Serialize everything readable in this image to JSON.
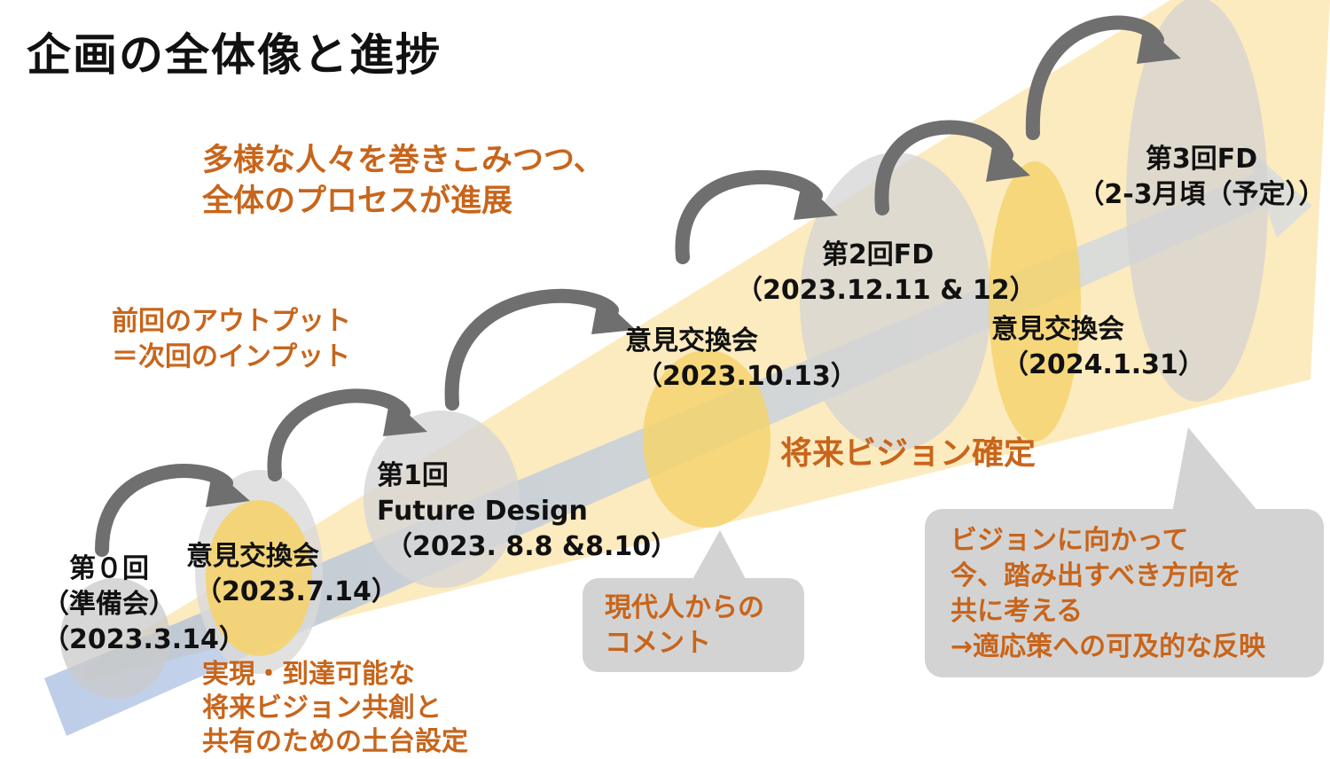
{
  "title": "企画の全体像と進捗",
  "headline": [
    "多様な人々を巻きこみつつ、",
    "全体のプロセスが進展"
  ],
  "io_note": [
    "前回のアウトプット",
    "＝次回のインプット"
  ],
  "stages": [
    {
      "lines": [
        "第０回",
        "（準備会）",
        "（2023.3.14）"
      ]
    },
    {
      "lines": [
        "意見交換会",
        "（2023.7.14）"
      ]
    },
    {
      "lines": [
        "第1回",
        "Future Design",
        "（2023. 8.8 &8.10）"
      ]
    },
    {
      "lines": [
        "意見交換会",
        "（2023.10.13）"
      ]
    },
    {
      "lines": [
        "第2回FD",
        "（2023.12.11 & 12）"
      ]
    },
    {
      "lines": [
        "意見交換会",
        "（2024.1.31）"
      ]
    },
    {
      "lines": [
        "第3回FD",
        "（2-3月頃（予定））"
      ]
    }
  ],
  "foundation_note": [
    "実現・到達可能な",
    "将来ビジョン共創と",
    "共有のための土台設定"
  ],
  "vision_fixed": "将来ビジョン確定",
  "comment_bubble": [
    "現代人からの",
    "コメント"
  ],
  "direction_bubble": [
    "ビジョンに向かって",
    "今、踏み出すべき方向を",
    "共に考える",
    "→適応策への可及的な反映"
  ],
  "colors": {
    "accent_orange": "#c8651b",
    "beam_yellow": "#fbe8b4",
    "stage_gray": "#dcdcdc",
    "exchange_yellow": "#f6d77a",
    "arrow_gray": "#6f6f6f",
    "bubble_gray": "#d3d3d3",
    "axis_blue": "#a9bedf"
  }
}
